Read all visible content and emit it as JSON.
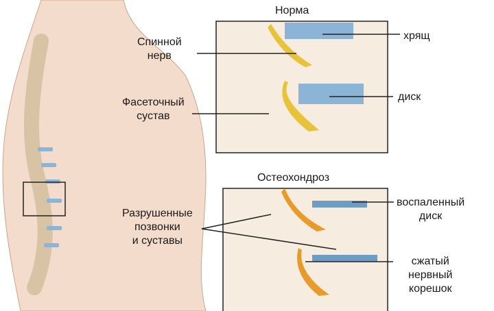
{
  "panels": {
    "normal": {
      "title": "Норма",
      "labels": {
        "spinal_nerve": [
          "Спинной",
          "нерв"
        ],
        "facet_joint": [
          "Фасеточный",
          "сустав"
        ],
        "cartilage": "хрящ",
        "disc": "диск"
      }
    },
    "osteochondrosis": {
      "title": "Остеохондроз",
      "labels": {
        "destroyed": [
          "Разрушенные",
          "позвонки",
          "и суставы"
        ],
        "inflamed_disc": [
          "воспаленный",
          "диск"
        ],
        "compressed_root": [
          "сжатый",
          "нервный",
          "корешок"
        ]
      }
    }
  },
  "colors": {
    "skin": "#f3dccb",
    "bone": "#efe2cf",
    "disc": "#8cb4d6",
    "nerve": "#e8c33a",
    "inflamed": "#e89a2a",
    "line": "#222222"
  }
}
